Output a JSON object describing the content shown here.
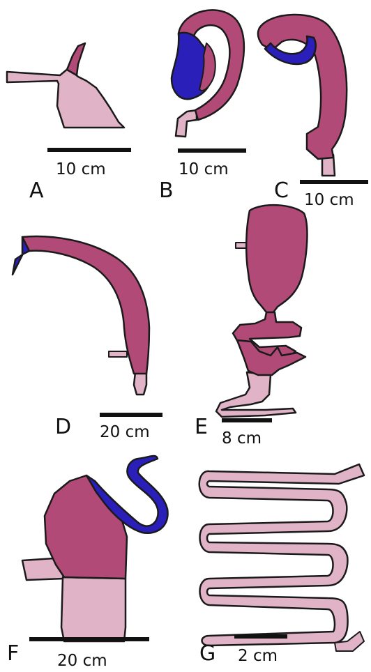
{
  "colors": {
    "dark_segment": "#B24A78",
    "light_segment": "#E0B4C6",
    "blue_segment": "#2A1FB8",
    "outline": "#1a1a1a",
    "scale_bar": "#111111"
  },
  "panels": [
    {
      "letter": "A",
      "scale_text": "10 cm"
    },
    {
      "letter": "B",
      "scale_text": "10 cm"
    },
    {
      "letter": "C",
      "scale_text": "10 cm"
    },
    {
      "letter": "D",
      "scale_text": "20 cm"
    },
    {
      "letter": "E",
      "scale_text": "8 cm"
    },
    {
      "letter": "F",
      "scale_text": "20 cm"
    },
    {
      "letter": "G",
      "scale_text": "2 cm"
    }
  ]
}
